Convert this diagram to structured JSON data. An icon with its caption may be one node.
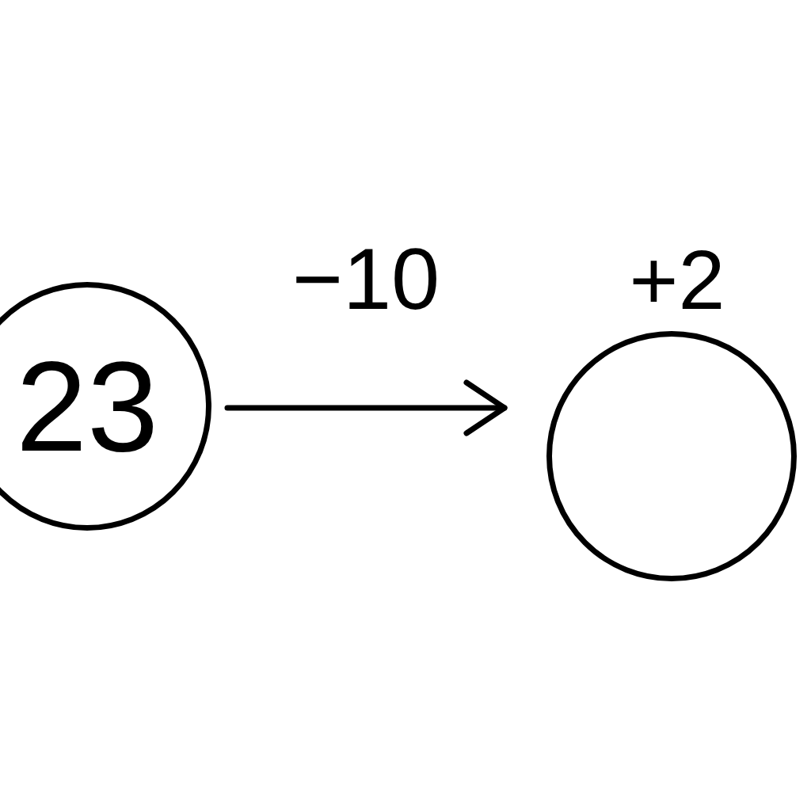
{
  "diagram": {
    "nodes": [
      {
        "text": [
          "23"
        ]
      },
      {
        "text": [],
        "shape": "circle",
        "beside": [
          "+2"
        ]
      }
    ],
    "edges": [
      {
        "from": 0,
        "to": 1,
        "arrow": "to",
        "label": "−10"
      }
    ]
  }
}
